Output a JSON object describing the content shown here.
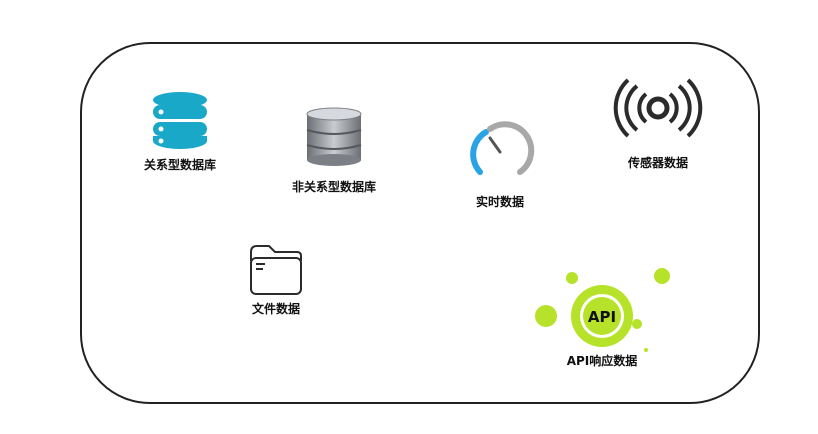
{
  "nodes": {
    "relational_db": {
      "label": "关系型数据库",
      "icon": "database-stack-icon",
      "color": "#1aa8c9"
    },
    "nonrelational_db": {
      "label": "非关系型数据库",
      "icon": "database-cylinder-icon",
      "color": "#8a8f95"
    },
    "realtime": {
      "label": "实时数据",
      "icon": "speedometer-gauge-icon",
      "color": "#29a3e6"
    },
    "sensor": {
      "label": "传感器数据",
      "icon": "signal-broadcast-icon",
      "color": "#2b2b2b"
    },
    "file": {
      "label": "文件数据",
      "icon": "folder-icon",
      "color": "#2b2b2b"
    },
    "api": {
      "label": "API响应数据",
      "icon": "api-badge-icon",
      "badge_text": "API",
      "color": "#b6e32a"
    }
  }
}
